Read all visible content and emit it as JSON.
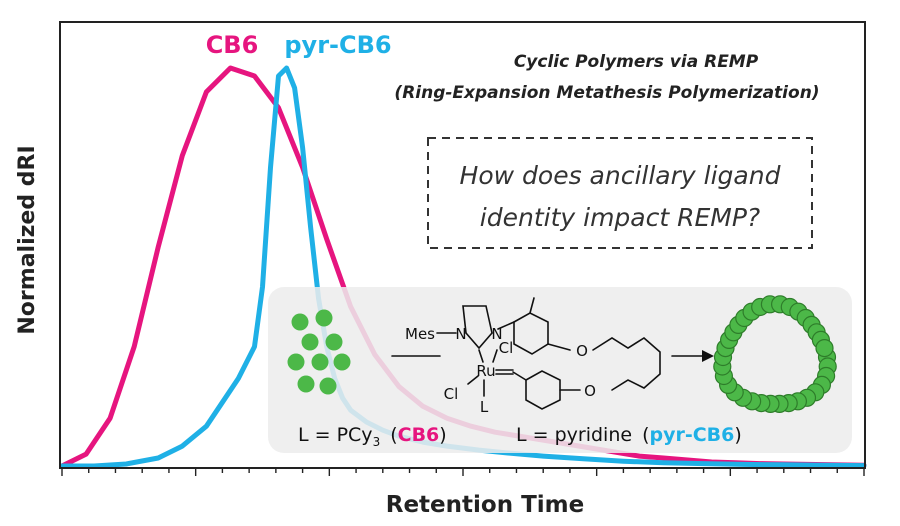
{
  "axes": {
    "xlabel": "Retention Time",
    "ylabel": "Normalized dRI"
  },
  "legend": {
    "cb6": "CB6",
    "pyr_cb6": "pyr-CB6"
  },
  "colors": {
    "cb6": "#e6157f",
    "pyr_cb6": "#1fb0e6",
    "bead": "#4cb848",
    "bead_stroke": "#2e7d2a",
    "panel": "#efefef"
  },
  "heading": {
    "line1": "Cyclic Polymers via REMP",
    "line2": "(Ring-Expansion Metathesis Polymerization)"
  },
  "question": {
    "line1": "How does ancillary ligand",
    "line2": "identity impact REMP?"
  },
  "catalyst": {
    "mes": "Mes",
    "n1": "N",
    "n2": "N",
    "ru": "Ru",
    "cl_top": "Cl",
    "cl_bottom": "Cl",
    "l": "L",
    "o_top": "O",
    "o_bottom": "O"
  },
  "ligand_labels": {
    "left_prefix": "L = PCy",
    "left_sub": "3",
    "left_name": "CB6",
    "right_prefix": "L = pyridine",
    "right_name": "pyr-CB6"
  },
  "chart_data": {
    "type": "line",
    "xlabel": "Retention Time",
    "ylabel": "Normalized dRI",
    "ylim": [
      0,
      1
    ],
    "series": [
      {
        "name": "CB6",
        "x": [
          0.0,
          0.03,
          0.06,
          0.09,
          0.12,
          0.15,
          0.18,
          0.21,
          0.24,
          0.27,
          0.3,
          0.33,
          0.36,
          0.39,
          0.42,
          0.45,
          0.48,
          0.51,
          0.54,
          0.57,
          0.6,
          0.63,
          0.66,
          0.69,
          0.72,
          0.75,
          0.78,
          0.81,
          0.84,
          0.87,
          0.9,
          0.93,
          0.96,
          1.0
        ],
        "y": [
          0.0,
          0.03,
          0.12,
          0.3,
          0.55,
          0.78,
          0.94,
          1.0,
          0.98,
          0.9,
          0.75,
          0.57,
          0.4,
          0.28,
          0.2,
          0.15,
          0.12,
          0.1,
          0.085,
          0.075,
          0.065,
          0.055,
          0.045,
          0.035,
          0.025,
          0.02,
          0.015,
          0.01,
          0.008,
          0.006,
          0.005,
          0.004,
          0.003,
          0.002
        ]
      },
      {
        "name": "pyr-CB6",
        "x": [
          0.0,
          0.04,
          0.08,
          0.12,
          0.15,
          0.18,
          0.2,
          0.22,
          0.24,
          0.25,
          0.26,
          0.27,
          0.28,
          0.29,
          0.3,
          0.31,
          0.32,
          0.33,
          0.34,
          0.35,
          0.36,
          0.38,
          0.4,
          0.42,
          0.45,
          0.48,
          0.52,
          0.56,
          0.6,
          0.65,
          0.7,
          0.75,
          0.8,
          0.85,
          0.9,
          0.95,
          1.0
        ],
        "y": [
          0.0,
          0.0,
          0.005,
          0.02,
          0.05,
          0.1,
          0.16,
          0.22,
          0.3,
          0.45,
          0.75,
          0.98,
          1.0,
          0.95,
          0.8,
          0.6,
          0.42,
          0.3,
          0.22,
          0.17,
          0.14,
          0.11,
          0.09,
          0.075,
          0.06,
          0.05,
          0.04,
          0.032,
          0.025,
          0.018,
          0.012,
          0.008,
          0.006,
          0.004,
          0.003,
          0.002,
          0.001
        ]
      }
    ]
  }
}
